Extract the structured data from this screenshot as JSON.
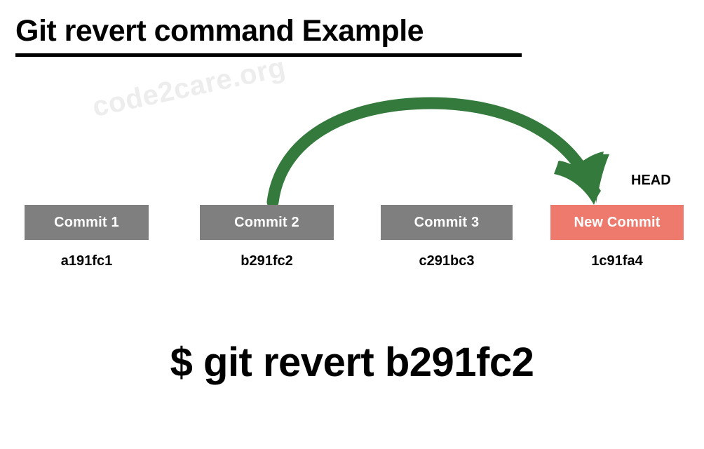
{
  "title": {
    "text": "Git revert command Example",
    "underlined": true,
    "color": "#000000"
  },
  "watermark": {
    "text": "code2care.org",
    "color": "#ededed"
  },
  "diagram": {
    "head_label": "HEAD",
    "arrow": {
      "name": "revert-arrow",
      "color": "#347A3C",
      "from_commit": "Commit 2",
      "to_commit": "New Commit",
      "direction": "curved-right"
    },
    "colors": {
      "commit_box": "#7f7f7f",
      "new_commit_box": "#ee7a6e",
      "box_text": "#ffffff",
      "hash_text": "#000000",
      "arrow_green": "#347A3C"
    },
    "commits": [
      {
        "label": "Commit 1",
        "hash": "a191fc1",
        "kind": "existing"
      },
      {
        "label": "Commit 2",
        "hash": "b291fc2",
        "kind": "existing"
      },
      {
        "label": "Commit 3",
        "hash": "c291bc3",
        "kind": "existing"
      },
      {
        "label": "New Commit",
        "hash": "1c91fa4",
        "kind": "new"
      }
    ]
  },
  "command": {
    "text": "$ git revert b291fc2"
  }
}
